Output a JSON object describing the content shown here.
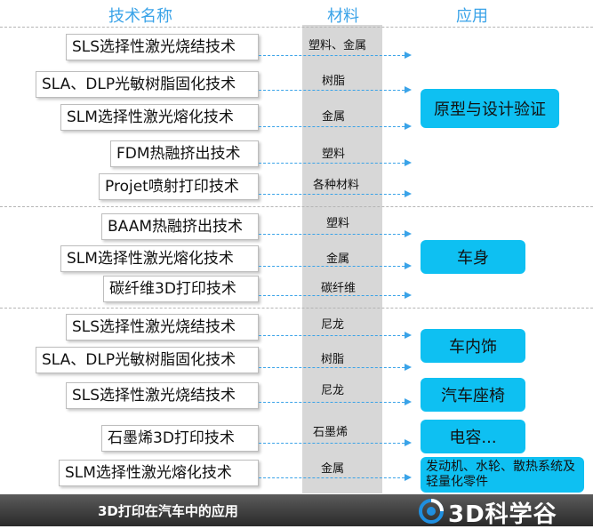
{
  "headers": {
    "tech": "技术名称",
    "material": "材料",
    "application": "应用"
  },
  "rows": [
    {
      "tech": "SLS选择性激光烧结技术",
      "material": "塑料、金属"
    },
    {
      "tech": "SLA、DLP光敏树脂固化技术",
      "material": "树脂"
    },
    {
      "tech": "SLM选择性激光熔化技术",
      "material": "金属"
    },
    {
      "tech": "FDM热融挤出技术",
      "material": "塑料"
    },
    {
      "tech": "Projet喷射打印技术",
      "material": "各种材料"
    },
    {
      "tech": "BAAM热融挤出技术",
      "material": "塑料"
    },
    {
      "tech": "SLM选择性激光熔化技术",
      "material": "金属"
    },
    {
      "tech": "碳纤维3D打印技术",
      "material": "碳纤维"
    },
    {
      "tech": "SLS选择性激光烧结技术",
      "material": "尼龙"
    },
    {
      "tech": "SLA、DLP光敏树脂固化技术",
      "material": "树脂"
    },
    {
      "tech": "SLS选择性激光烧结技术",
      "material": "尼龙"
    },
    {
      "tech": "石墨烯3D打印技术",
      "material": "石墨烯"
    },
    {
      "tech": "SLM选择性激光熔化技术",
      "material": "金属"
    }
  ],
  "applications": [
    {
      "label": "原型与设计验证"
    },
    {
      "label": "车身"
    },
    {
      "label": "车内饰"
    },
    {
      "label": "汽车座椅"
    },
    {
      "label": "电容..."
    },
    {
      "label": "发动机、水轮、散热系统及轻量化零件"
    }
  ],
  "footer": {
    "title": "3D打印在汽车中的应用",
    "logo_text": "3D科学谷",
    "logo_icon": "swirl-logo-icon"
  },
  "colors": {
    "accent": "#3aa3e8",
    "app_box": "#0ec0f2",
    "material_column": "#d7d7d7",
    "footer": "#333333"
  }
}
